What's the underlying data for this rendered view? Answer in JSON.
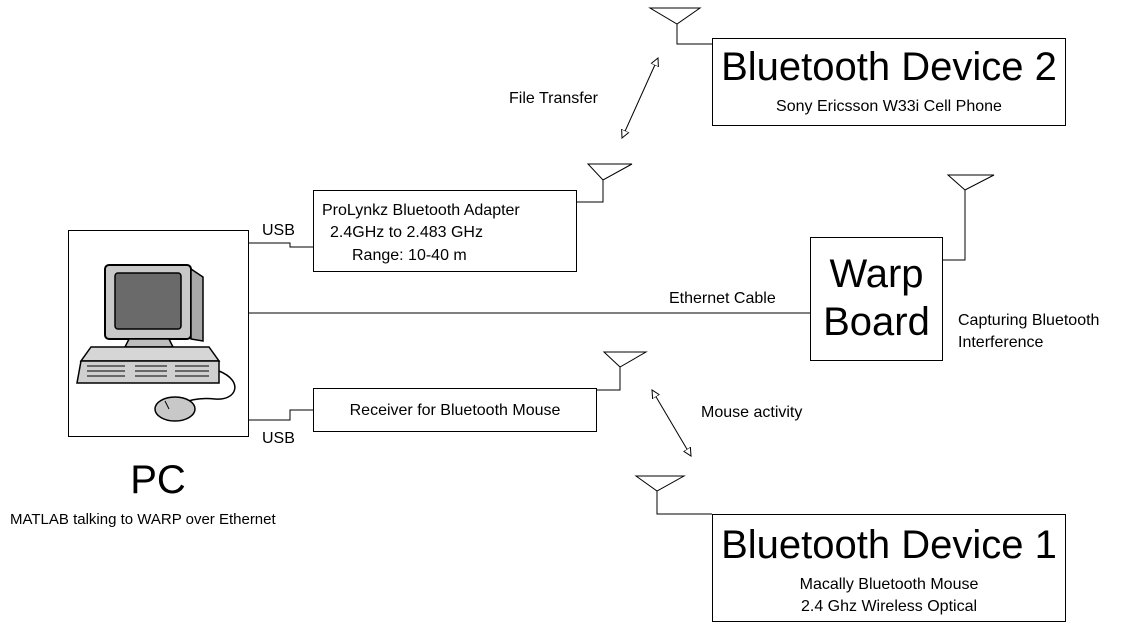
{
  "pc": {
    "title": "PC",
    "subtitle": "MATLAB talking to WARP over Ethernet"
  },
  "adapter": {
    "line1": "ProLynkz Bluetooth Adapter",
    "line2": "2.4GHz to 2.483 GHz",
    "line3": "Range: 10-40 m",
    "link_label": "USB"
  },
  "receiver": {
    "label": "Receiver for Bluetooth Mouse",
    "link_label": "USB"
  },
  "ethernet": {
    "label": "Ethernet Cable"
  },
  "warp": {
    "line1": "Warp",
    "line2": "Board",
    "note1": "Capturing Bluetooth",
    "note2": "Interference"
  },
  "device2": {
    "title": "Bluetooth Device 2",
    "subtitle": "Sony Ericsson W33i Cell Phone"
  },
  "device1": {
    "title": "Bluetooth Device 1",
    "subtitle1": "Macally Bluetooth Mouse",
    "subtitle2": "2.4 Ghz Wireless Optical"
  },
  "links": {
    "file_transfer": "File Transfer",
    "mouse_activity": "Mouse activity"
  }
}
